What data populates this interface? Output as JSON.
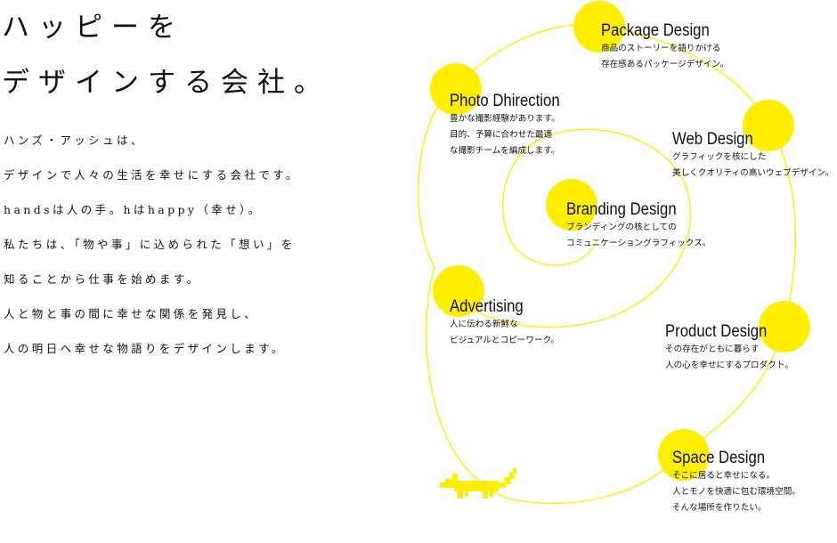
{
  "hero": {
    "line1": "ハッピーを",
    "line2": "デザインする会社。"
  },
  "intro": {
    "lines": [
      "ハンズ・アッシュは、",
      "デザインで人々の生活を幸せにする会社です。",
      "handsは人の手。hはhappy（幸せ）。",
      "私たちは、「物や事」に込められた「想い」を",
      "知ることから仕事を始めます。",
      "人と物と事の間に幸せな関係を発見し、",
      "人の明日へ幸せな物語りをデザインします。"
    ]
  },
  "services": {
    "package": {
      "title": "Package Design",
      "desc": [
        "商品のストーリーを語りかける",
        "存在感あるパッケージデザイン。"
      ]
    },
    "photo": {
      "title": "Photo Dhirection",
      "desc": [
        "豊かな撮影経験があります。",
        "目的、予算に合わせた最適",
        "な撮影チームを編成します。"
      ]
    },
    "web": {
      "title": "Web Design",
      "desc": [
        "グラフィックを核にした",
        "美しくクオリティの高いウェブデザイン。"
      ]
    },
    "branding": {
      "title": "Branding Design",
      "desc": [
        "ブランディングの核としての",
        "コミュニケーショングラフィックス。"
      ]
    },
    "advertising": {
      "title": "Advertising",
      "desc": [
        "人に伝わる新鮮な",
        "ビジュアルとコピーワーク。"
      ]
    },
    "product": {
      "title": "Product Design",
      "desc": [
        "その存在がともに暮らす",
        "人の心を幸せにするプロダクト。"
      ]
    },
    "space": {
      "title": "Space Design",
      "desc": [
        "そこに居ると幸せになる。",
        "人とモノを快適に包む環境空間。",
        "そんな場所を作りたい。"
      ]
    }
  },
  "colors": {
    "accent_yellow": "#ffee00",
    "text": "#111111",
    "background": "#ffffff"
  },
  "icons": {
    "mascot": "yellow-dog-icon"
  }
}
